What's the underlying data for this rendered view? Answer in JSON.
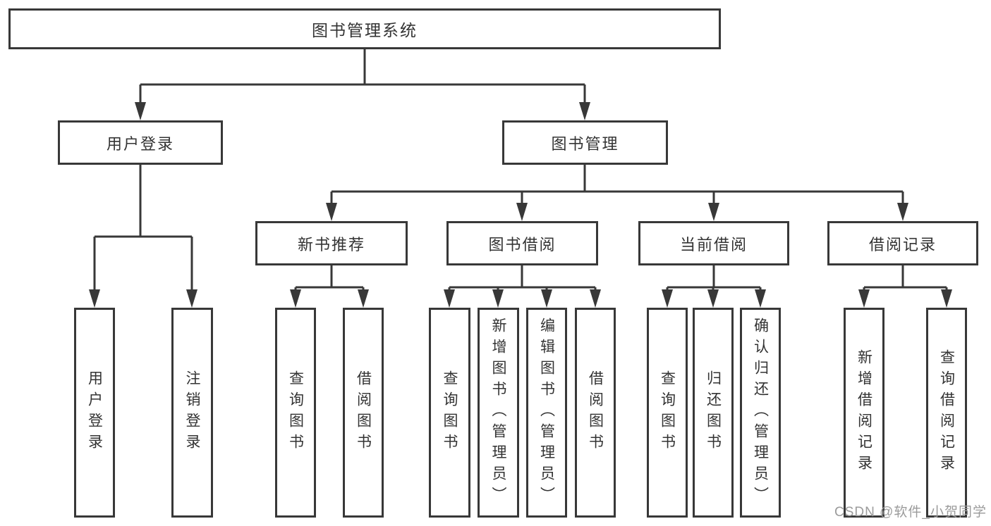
{
  "diagram_title": "图书管理系统",
  "tree": {
    "label": "图书管理系统",
    "children": [
      {
        "label": "用户登录",
        "children": [
          {
            "label": "用户登录"
          },
          {
            "label": "注销登录"
          }
        ]
      },
      {
        "label": "图书管理",
        "children": [
          {
            "label": "新书推荐",
            "children": [
              {
                "label": "查询图书"
              },
              {
                "label": "借阅图书"
              }
            ]
          },
          {
            "label": "图书借阅",
            "children": [
              {
                "label": "查询图书"
              },
              {
                "label": "新增图书（管理员）"
              },
              {
                "label": "编辑图书（管理员）"
              },
              {
                "label": "借阅图书"
              }
            ]
          },
          {
            "label": "当前借阅",
            "children": [
              {
                "label": "查询图书"
              },
              {
                "label": "归还图书"
              },
              {
                "label": "确认归还（管理员）"
              }
            ]
          },
          {
            "label": "借阅记录",
            "children": [
              {
                "label": "新增借阅记录"
              },
              {
                "label": "查询借阅记录"
              }
            ]
          }
        ]
      }
    ]
  },
  "watermark": {
    "text": "CSDN @软件_小贺同学"
  },
  "colors": {
    "line": "#383838",
    "box_border": "#383838",
    "text": "#333333",
    "watermark_text": "#9b9b9b",
    "background": "#ffffff"
  }
}
